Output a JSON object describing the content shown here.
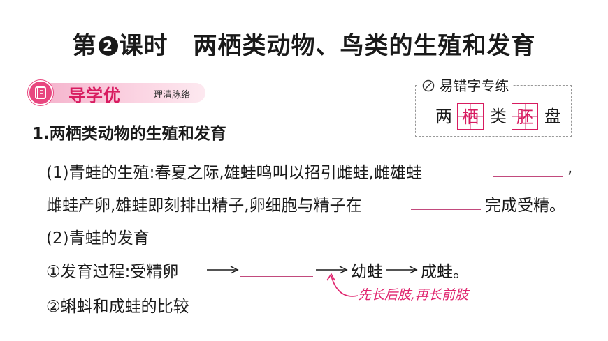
{
  "header": {
    "lesson_prefix": "第",
    "lesson_number": "2",
    "lesson_suffix": "课时",
    "title": "两栖类动物、鸟类的生殖和发育"
  },
  "banner": {
    "title": "导学优",
    "subtitle": "理清脉络"
  },
  "typo_practice": {
    "label": "易错字专练",
    "chars": [
      "两",
      "栖",
      "类",
      "胚",
      "盘"
    ],
    "highlighted": [
      false,
      true,
      false,
      true,
      false
    ]
  },
  "section1": {
    "heading_number": "1.",
    "heading_text": "两栖类动物的生殖和发育",
    "item1_line1": "(1)青蛙的生殖:春夏之际,雄蛙鸣叫以招引雌蛙,雌雄蛙",
    "item1_line1_end": ",",
    "item1_line2_a": "雌蛙产卵,雄蛙即刻排出精子,卵细胞与精子在",
    "item1_line2_b": "完成受精。",
    "item2": "(2)青蛙的发育",
    "process_label": "①发育过程:受精卵",
    "process_mid": "幼蛙",
    "process_end": "成蛙。",
    "compare": "②蝌蚪和成蛙的比较",
    "handwritten_note": "先长后肢,再长前肢"
  },
  "colors": {
    "accent": "#d81b60",
    "banner_pink": "#f5b4cd",
    "note_pink": "#e0246e"
  }
}
